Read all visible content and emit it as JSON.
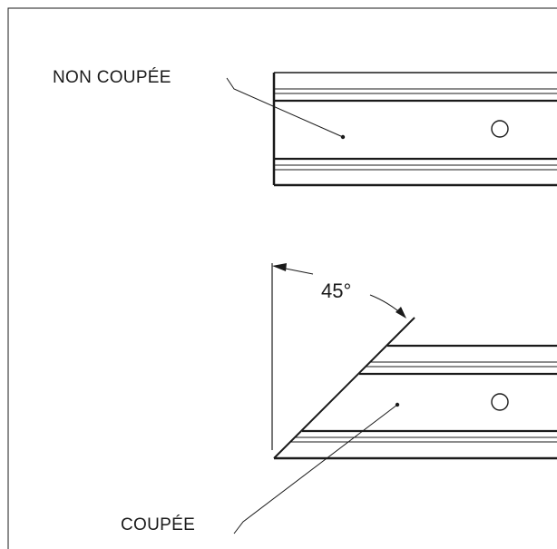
{
  "labels": {
    "uncut": "NON COUPÉE",
    "cut": "COUPÉE",
    "angle": "45°"
  }
}
